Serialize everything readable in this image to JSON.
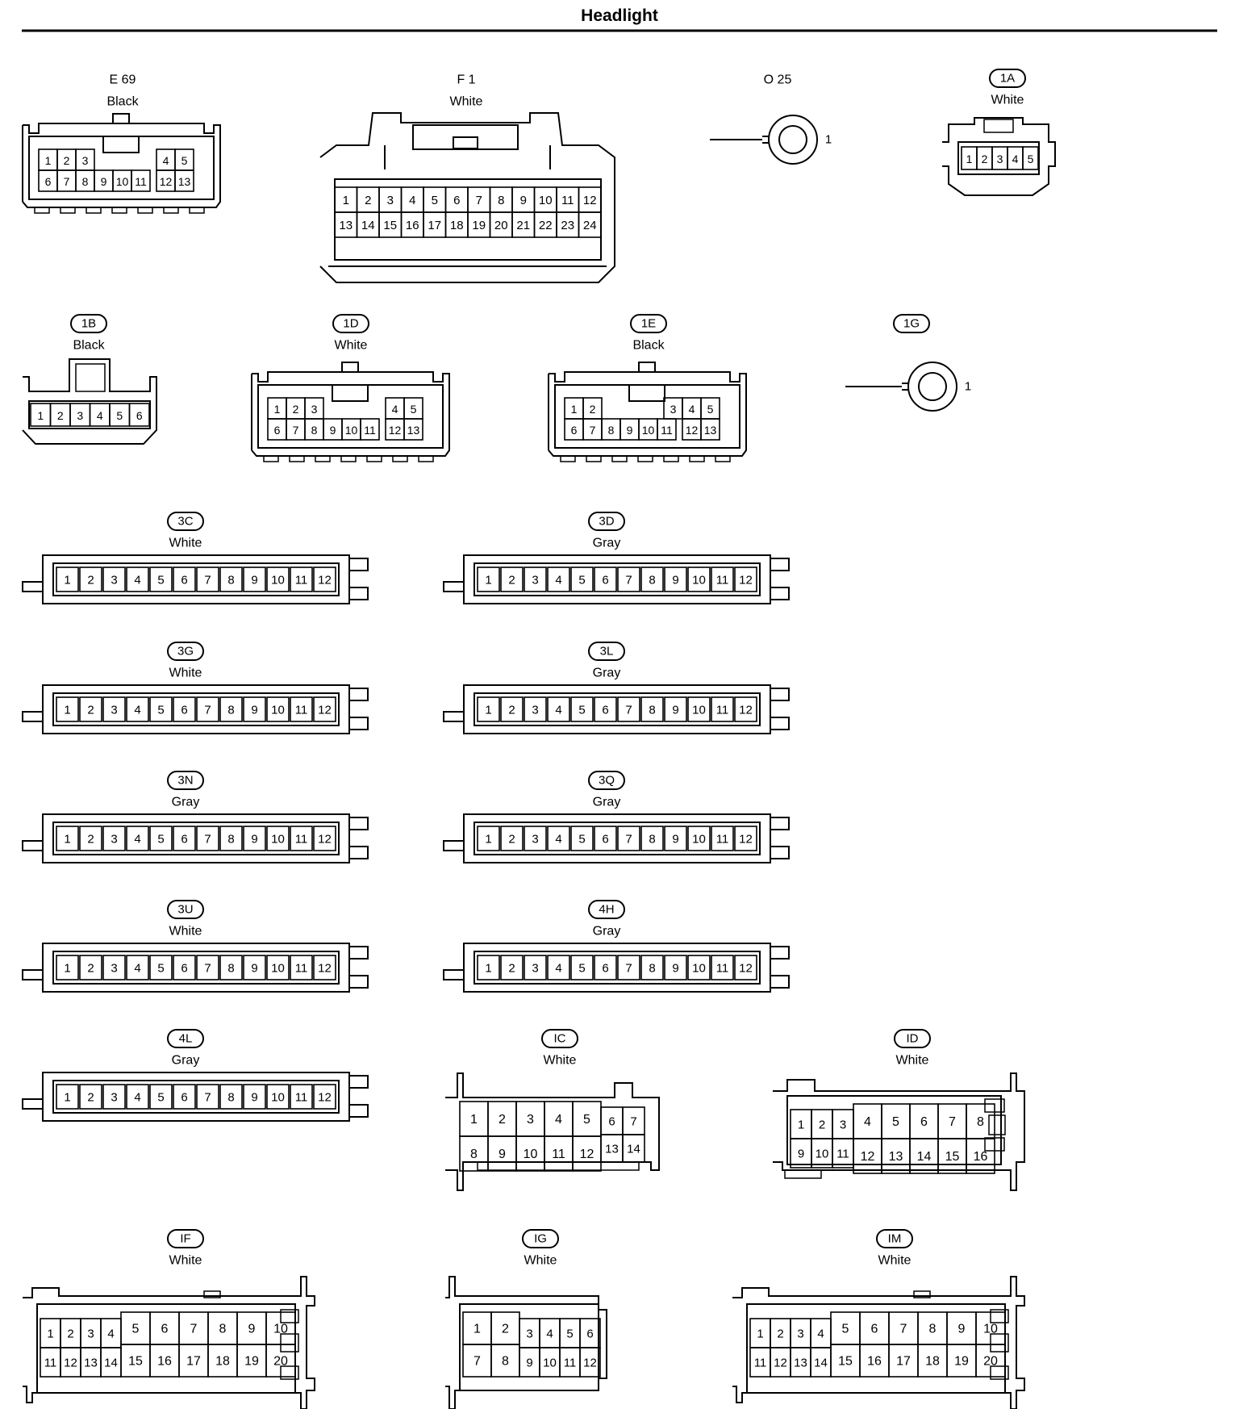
{
  "title": "Headlight",
  "connectors": [
    {
      "id": "E 69",
      "color": "Black",
      "badge": false,
      "style": "sq13"
    },
    {
      "id": "F 1",
      "color": "White",
      "badge": false,
      "style": "f24"
    },
    {
      "id": "O 25",
      "color": "",
      "badge": false,
      "style": "ring",
      "pin": "1"
    },
    {
      "id": "1A",
      "color": "White",
      "badge": true,
      "style": "c5"
    },
    {
      "id": "1B",
      "color": "Black",
      "badge": true,
      "style": "c6"
    },
    {
      "id": "1D",
      "color": "White",
      "badge": true,
      "style": "sq13"
    },
    {
      "id": "1E",
      "color": "Black",
      "badge": true,
      "style": "sq13b"
    },
    {
      "id": "1G",
      "color": "",
      "badge": true,
      "style": "ring",
      "pin": "1"
    },
    {
      "id": "3C",
      "color": "White",
      "badge": true,
      "style": "strip12"
    },
    {
      "id": "3D",
      "color": "Gray",
      "badge": true,
      "style": "strip12"
    },
    {
      "id": "3G",
      "color": "White",
      "badge": true,
      "style": "strip12"
    },
    {
      "id": "3L",
      "color": "Gray",
      "badge": true,
      "style": "strip12"
    },
    {
      "id": "3N",
      "color": "Gray",
      "badge": true,
      "style": "strip12"
    },
    {
      "id": "3Q",
      "color": "Gray",
      "badge": true,
      "style": "strip12"
    },
    {
      "id": "3U",
      "color": "White",
      "badge": true,
      "style": "strip12"
    },
    {
      "id": "4H",
      "color": "Gray",
      "badge": true,
      "style": "strip12"
    },
    {
      "id": "4L",
      "color": "Gray",
      "badge": true,
      "style": "strip12"
    },
    {
      "id": "IC",
      "color": "White",
      "badge": true,
      "style": "ic14"
    },
    {
      "id": "ID",
      "color": "White",
      "badge": true,
      "style": "id16"
    },
    {
      "id": "IF",
      "color": "White",
      "badge": true,
      "style": "if20"
    },
    {
      "id": "IG",
      "color": "White",
      "badge": true,
      "style": "ig12"
    },
    {
      "id": "IM",
      "color": "White",
      "badge": true,
      "style": "if20"
    }
  ]
}
